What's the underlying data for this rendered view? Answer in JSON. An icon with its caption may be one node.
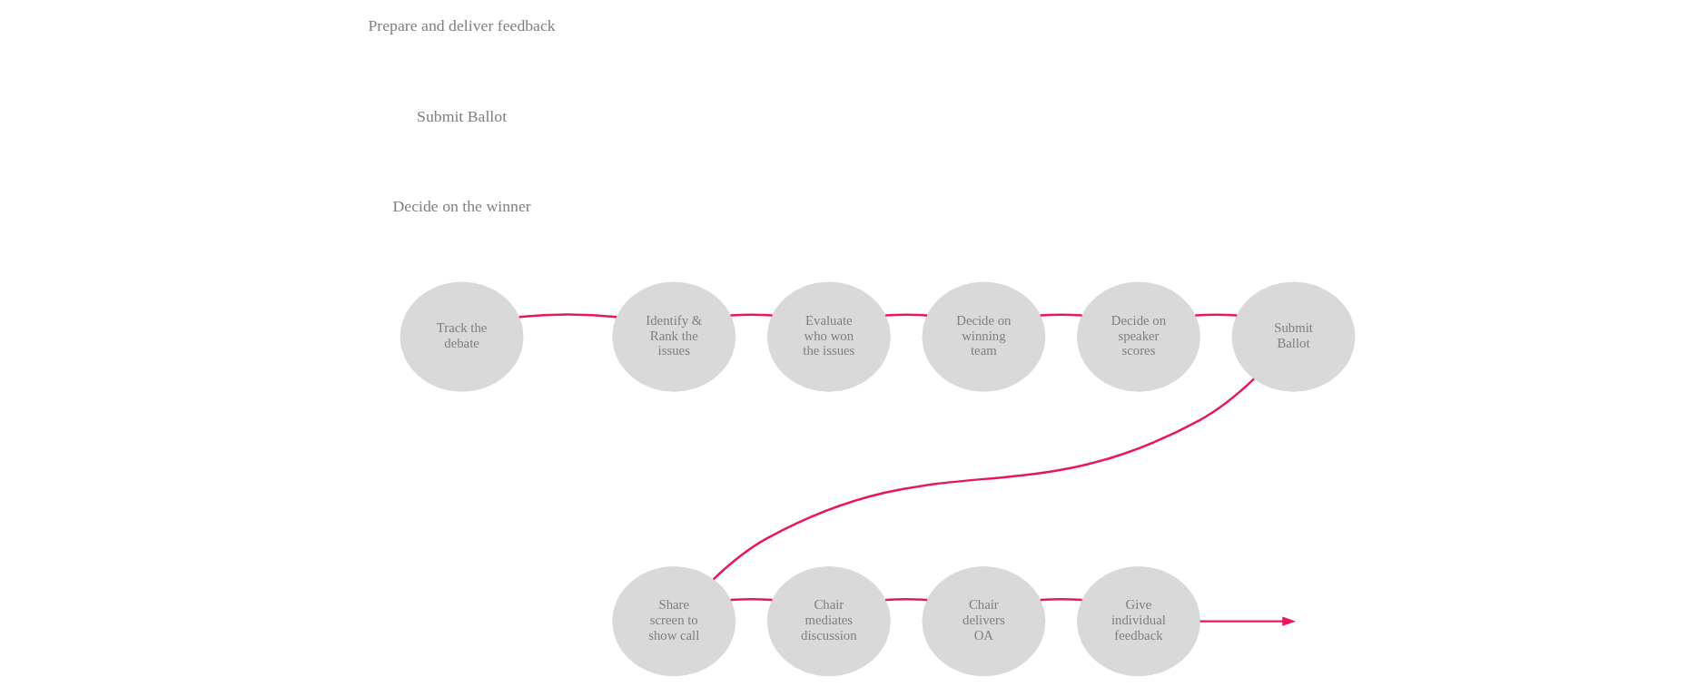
{
  "diagram": {
    "nodes": [
      {
        "text": [
          "Track the debate"
        ]
      },
      {
        "text": [
          "Identify & Rank the issues"
        ]
      },
      {
        "text": [
          "Evaluate who won the issues"
        ]
      },
      {
        "text": [
          "Decide on winning team"
        ]
      },
      {
        "text": [
          "Decide on speaker scores"
        ]
      },
      {
        "text": [
          "Submit Ballot"
        ]
      },
      {
        "text": [
          "Share screen to show call"
        ]
      },
      {
        "text": [
          "Chair mediates discussion"
        ]
      },
      {
        "text": [
          "Chair delivers OA"
        ]
      },
      {
        "text": [
          "Give individual feedback"
        ]
      }
    ],
    "edges": [
      {
        "from": 0,
        "to": 1,
        "arrow": "none"
      },
      {
        "from": 1,
        "to": 2,
        "arrow": "none"
      },
      {
        "from": 2,
        "to": 3,
        "arrow": "none"
      },
      {
        "from": 3,
        "to": 4,
        "arrow": "none"
      },
      {
        "from": 4,
        "to": 5,
        "arrow": "none"
      },
      {
        "from": 5,
        "to": 6,
        "arrow": "none"
      },
      {
        "from": 6,
        "to": 7,
        "arrow": "none"
      },
      {
        "from": 7,
        "to": 8,
        "arrow": "none"
      },
      {
        "from": 8,
        "to": 9,
        "arrow": "none"
      },
      {
        "from": 9,
        "to": null,
        "arrow": "to"
      }
    ],
    "labels": [
      "Decide on the winner",
      "Submit Ballot",
      "Prepare and deliver feedback"
    ]
  }
}
